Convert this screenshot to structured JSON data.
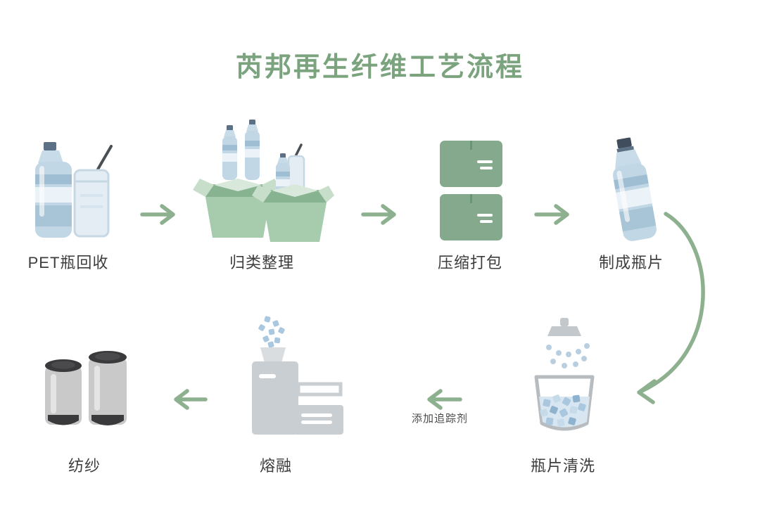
{
  "title": "芮邦再生纤维工艺流程",
  "steps": [
    {
      "id": "pet-recycle",
      "label": "PET瓶回收"
    },
    {
      "id": "sorting",
      "label": "归类整理"
    },
    {
      "id": "compress",
      "label": "压缩打包"
    },
    {
      "id": "flakes",
      "label": "制成瓶片"
    },
    {
      "id": "washing",
      "label": "瓶片清洗"
    },
    {
      "id": "melting",
      "label": "熔融"
    },
    {
      "id": "spinning",
      "label": "纺纱"
    }
  ],
  "annotations": {
    "tracer_label": "添加追踪剂"
  },
  "colors": {
    "title_green": "#7aa37e",
    "arrow_green": "#8db08f",
    "bale_green": "#84a98c",
    "box_green": "#a6cbad",
    "bottle_blue": "#c2d7e5",
    "flake_blue": "#a9c8e0",
    "machine_gray": "#c9ced2",
    "yarn_gray": "#c9c9c9",
    "cap_dark": "#3a3a3c",
    "text_dark": "#3d3d3d"
  }
}
